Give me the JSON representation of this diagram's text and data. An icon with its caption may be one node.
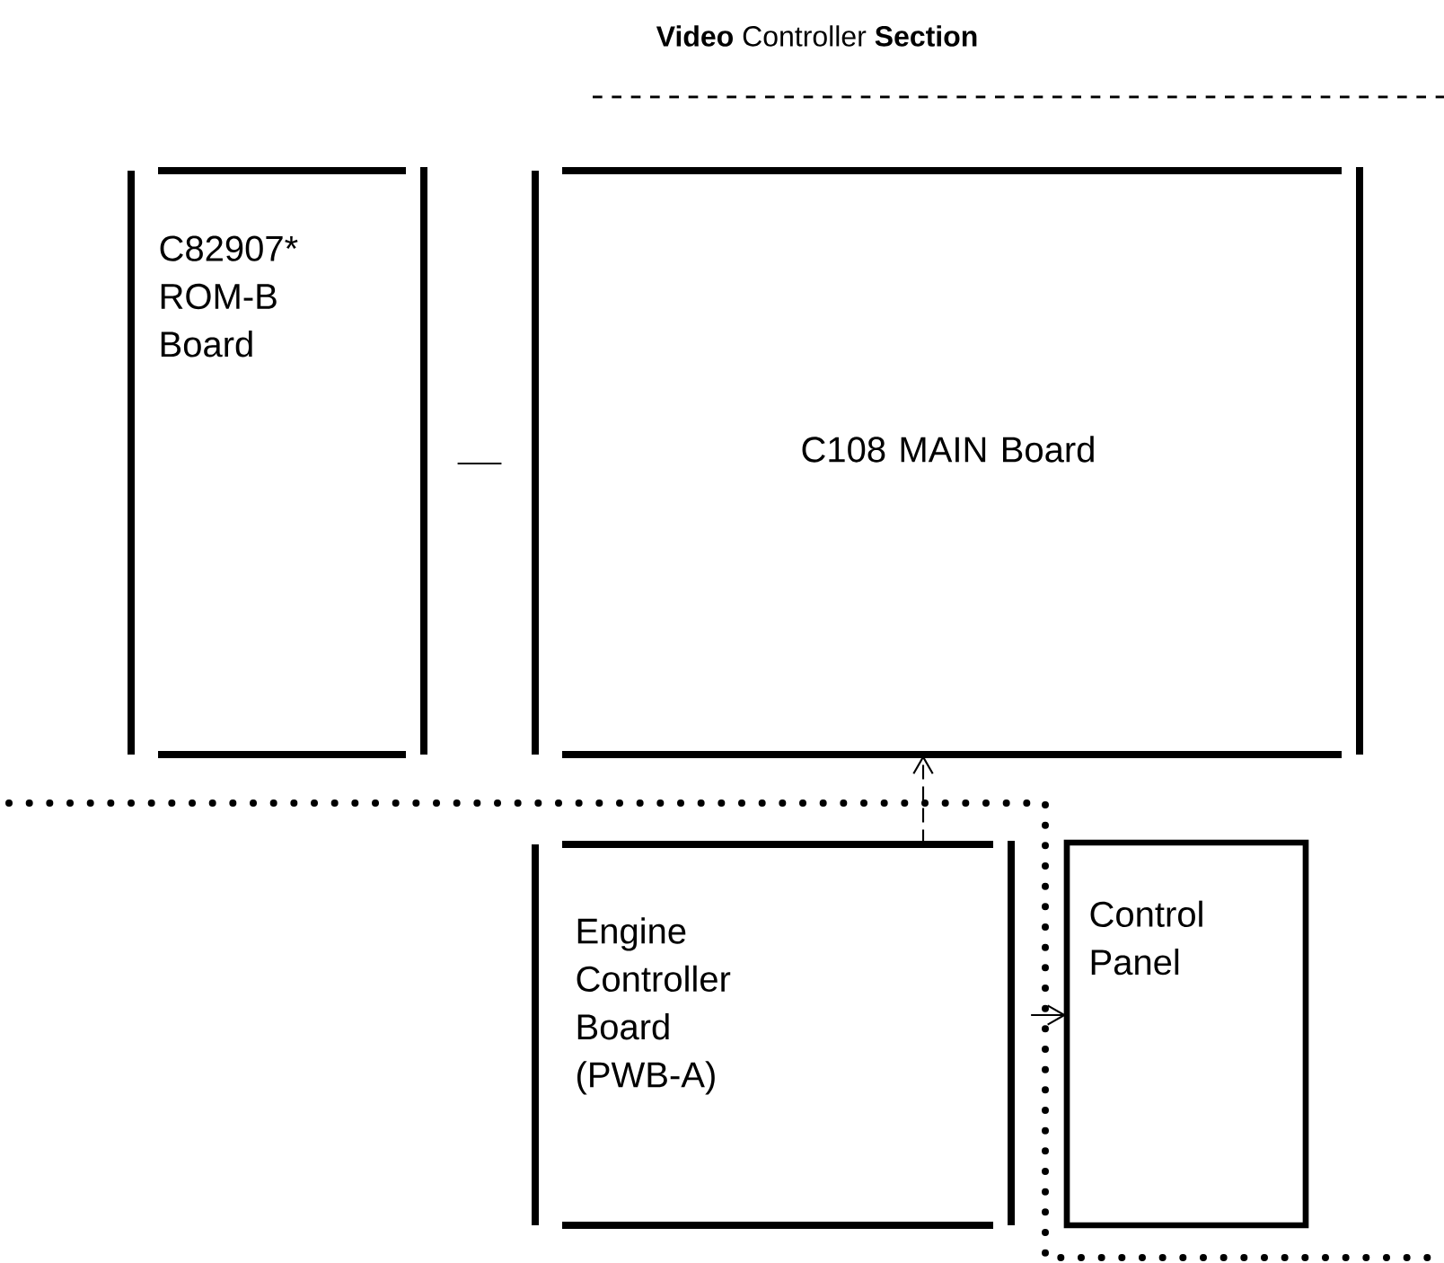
{
  "diagram": {
    "title": "**Video** Controller **Section**",
    "nodes": [
      {
        "text": [
          "C82907* ROM-B Board"
        ]
      },
      {
        "text": [
          "C108 MAIN Board"
        ]
      },
      {
        "text": [
          "Engine Controller Board (PWB-A)"
        ]
      },
      {
        "text": [
          "Control Panel"
        ]
      }
    ],
    "edges": [
      {
        "from": 0,
        "to": 1,
        "arrow": "none"
      },
      {
        "from": 2,
        "to": 1,
        "arrow": "to",
        "style": "dashed"
      },
      {
        "from": 2,
        "to": 3,
        "arrow": "to"
      }
    ]
  }
}
